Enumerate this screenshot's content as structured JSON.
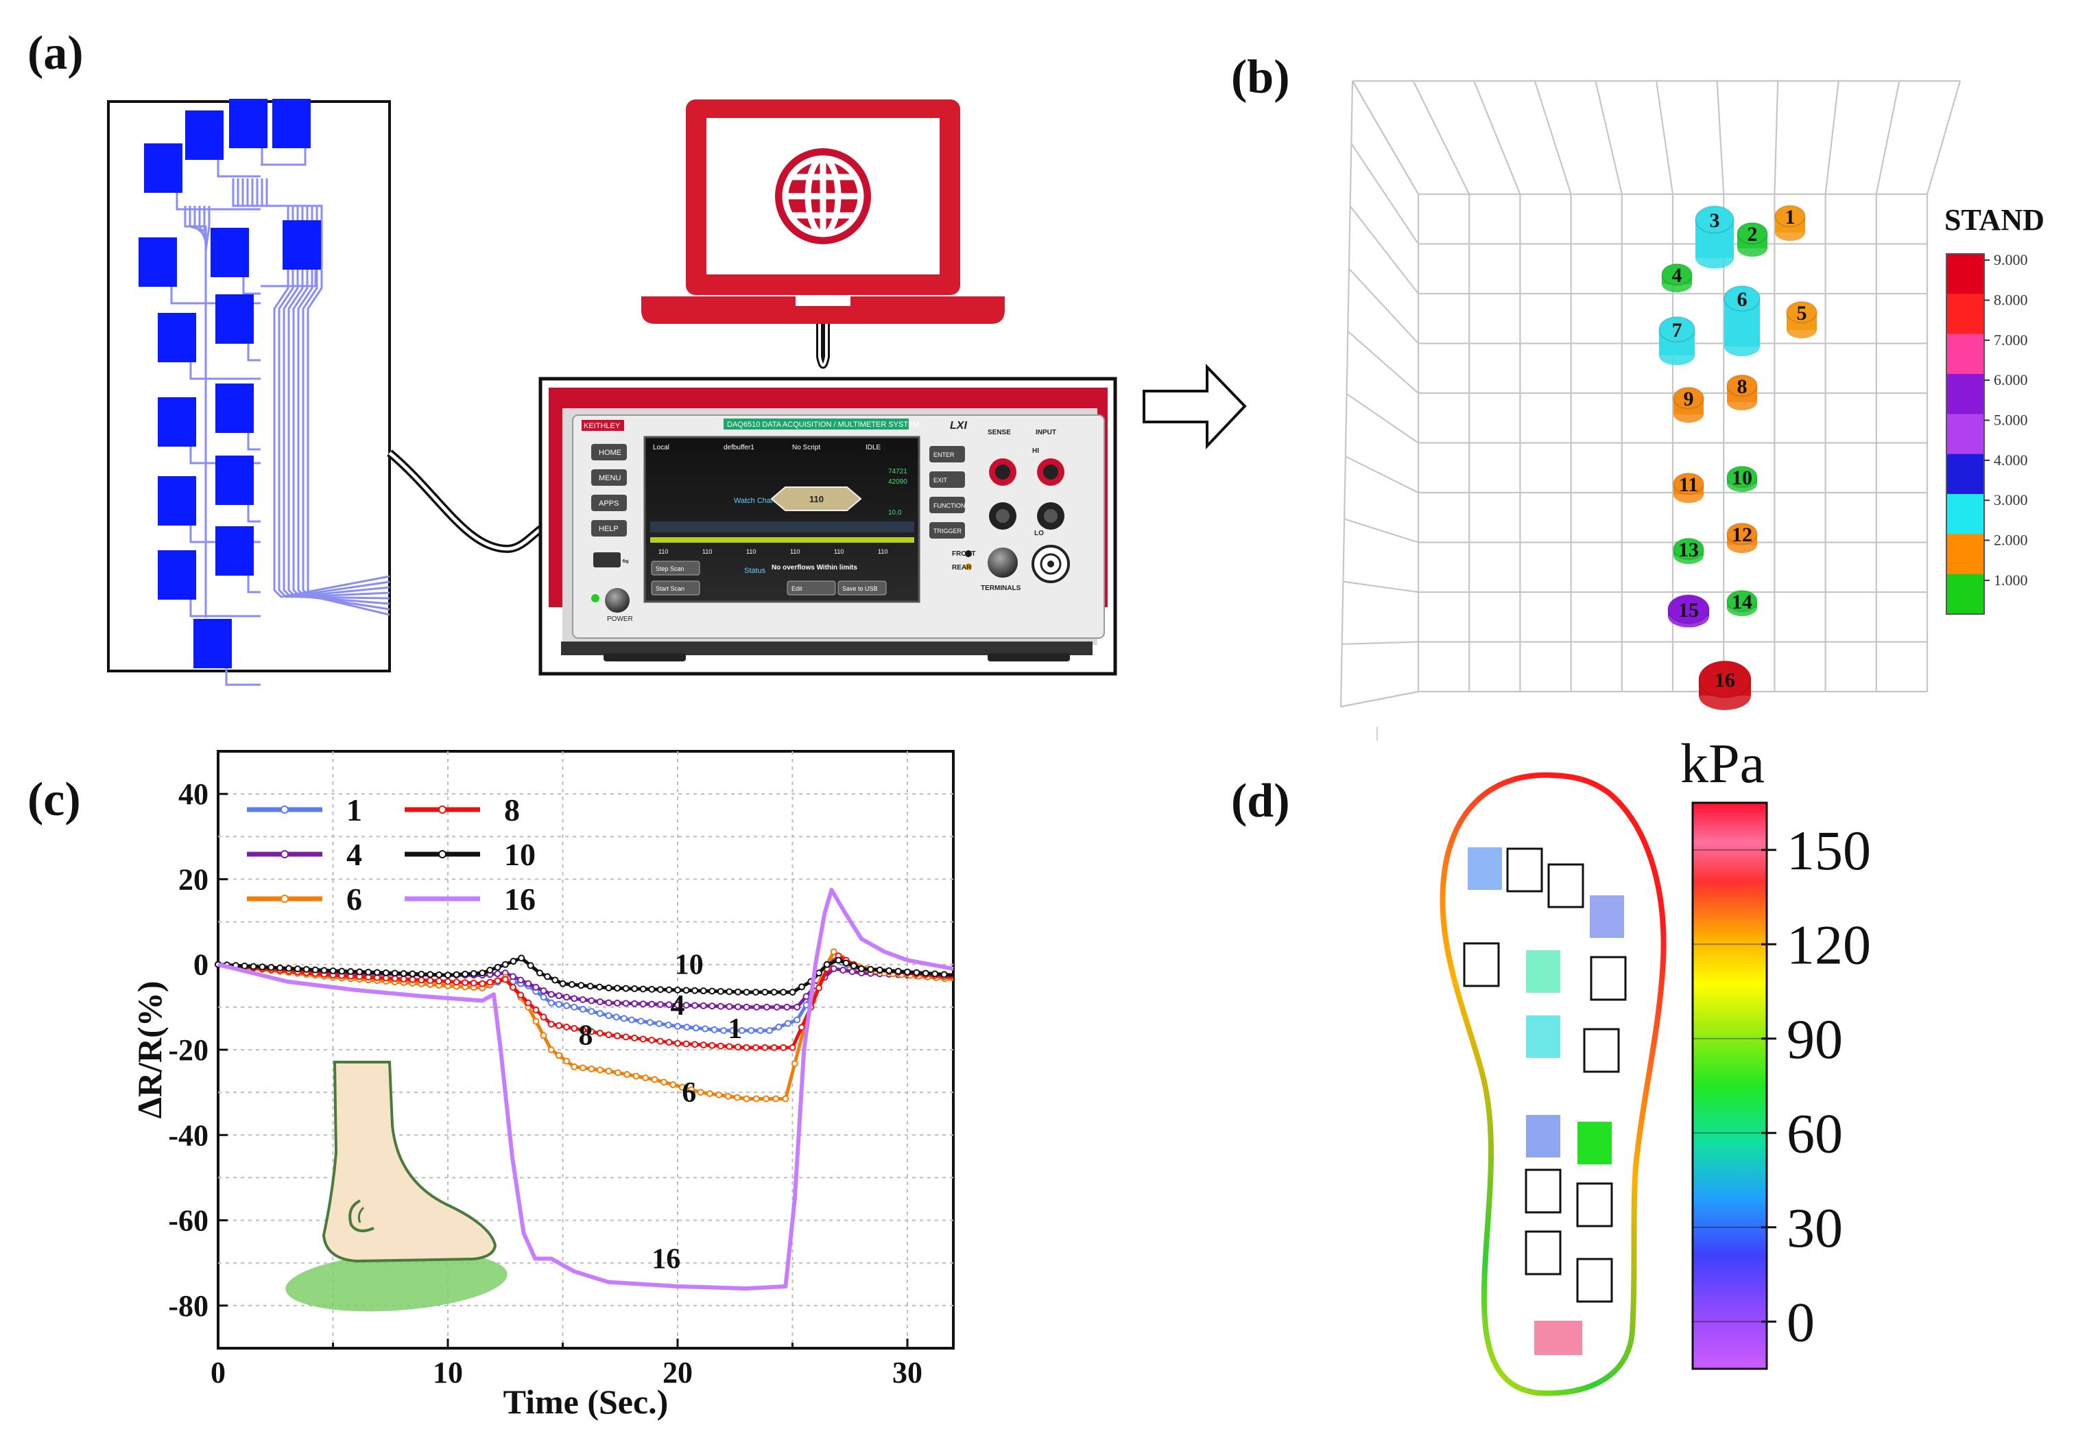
{
  "panel_labels": {
    "a": "(a)",
    "b": "(b)",
    "c": "(c)",
    "d": "(d)"
  },
  "panel_a": {
    "instrument_brand": "KEITHLEY",
    "instrument_header": "DAQ6510 DATA ACQUISITION / MULTIMETER SYSTEM",
    "model": "LXI",
    "screen_top": [
      "Local",
      "defbuffer1",
      "No Script",
      "IDLE"
    ],
    "watch_channel": "Watch Channel",
    "channel_value": "110",
    "scan_cells": [
      "110",
      "110",
      "110",
      "110",
      "110",
      "110"
    ],
    "buttons_left": [
      "HOME",
      "MENU",
      "APPS",
      "HELP"
    ],
    "buttons_right": [
      "ENTER",
      "EXIT",
      "FUNCTION",
      "TRIGGER"
    ],
    "screen_buttons": [
      "Step Scan",
      "Start Scan",
      "Edit",
      "Save to USB"
    ],
    "status_text": "No overflows Within limits",
    "status_label": "Status",
    "terminal_labels": [
      "SENSE",
      "INPUT",
      "HI",
      "LO",
      "FRONT",
      "REAR",
      "TERMINALS"
    ],
    "power_label": "POWER",
    "colors": {
      "instrument_red": "#c8102e",
      "sensor_blue": "#0a1cff",
      "trace_blue": "#8a8ef0"
    }
  },
  "panel_b": {
    "colorbar_title": "STAND",
    "colorbar_ticks": [
      "9.000",
      "8.000",
      "7.000",
      "6.000",
      "5.000",
      "4.000",
      "3.000",
      "2.000",
      "1.000"
    ],
    "colorbar_colors": [
      "#e0001b",
      "#ff2020",
      "#ff3fa0",
      "#8a18d8",
      "#b040f0",
      "#1c1cdc",
      "#20e8f0",
      "#ff8c00",
      "#18d018"
    ],
    "sensors": [
      {
        "id": "1",
        "color": "#f59a17"
      },
      {
        "id": "2",
        "color": "#27c93a"
      },
      {
        "id": "3",
        "color": "#35dde8"
      },
      {
        "id": "4",
        "color": "#27c93a"
      },
      {
        "id": "5",
        "color": "#f59a17"
      },
      {
        "id": "6",
        "color": "#35dde8"
      },
      {
        "id": "7",
        "color": "#35dde8"
      },
      {
        "id": "8",
        "color": "#f58b17"
      },
      {
        "id": "9",
        "color": "#f58b17"
      },
      {
        "id": "10",
        "color": "#27c93a"
      },
      {
        "id": "11",
        "color": "#f58b17"
      },
      {
        "id": "12",
        "color": "#f58b17"
      },
      {
        "id": "13",
        "color": "#27c93a"
      },
      {
        "id": "14",
        "color": "#27c93a"
      },
      {
        "id": "15",
        "color": "#8a18d8"
      },
      {
        "id": "16",
        "color": "#d0101a"
      }
    ]
  },
  "chart_data": {
    "type": "line",
    "title": "",
    "xlabel": "Time (Sec.)",
    "ylabel": "ΔR/R(%)",
    "xlim": [
      0,
      32
    ],
    "ylim": [
      -90,
      50
    ],
    "xticks": [
      0,
      10,
      20,
      30
    ],
    "yticks": [
      40,
      20,
      0,
      -20,
      -40,
      -60,
      -80
    ],
    "grid": true,
    "legend_position": "top-left",
    "series": [
      {
        "name": "1",
        "color": "#5b7cf0",
        "label_at": [
          22.5,
          -15
        ],
        "points": [
          [
            0,
            0
          ],
          [
            5,
            -3
          ],
          [
            10,
            -5
          ],
          [
            11.5,
            -5.5
          ],
          [
            12.5,
            -3.5
          ],
          [
            13.5,
            -5
          ],
          [
            14.5,
            -9
          ],
          [
            15.5,
            -10
          ],
          [
            17,
            -12
          ],
          [
            18,
            -13
          ],
          [
            20,
            -14.5
          ],
          [
            22,
            -15.5
          ],
          [
            24,
            -15.5
          ],
          [
            25.2,
            -13
          ],
          [
            26,
            -6
          ],
          [
            26.8,
            2
          ],
          [
            27.5,
            -1
          ],
          [
            29,
            -2
          ],
          [
            32,
            -3
          ]
        ]
      },
      {
        "name": "4",
        "color": "#7b1fa2",
        "label_at": [
          20,
          -9.5
        ],
        "points": [
          [
            0,
            0
          ],
          [
            5,
            -2
          ],
          [
            10,
            -2.5
          ],
          [
            11.5,
            -2.5
          ],
          [
            12.5,
            -2
          ],
          [
            13.5,
            -4.5
          ],
          [
            14.5,
            -7
          ],
          [
            15.5,
            -8
          ],
          [
            17,
            -9
          ],
          [
            20,
            -9.5
          ],
          [
            23,
            -10
          ],
          [
            25.2,
            -10
          ],
          [
            26,
            -5
          ],
          [
            26.8,
            -1
          ],
          [
            28,
            -2
          ],
          [
            32,
            -3
          ]
        ]
      },
      {
        "name": "6",
        "color": "#f07f0a",
        "label_at": [
          20.5,
          -30
        ],
        "points": [
          [
            0,
            0
          ],
          [
            5,
            -3
          ],
          [
            10,
            -5
          ],
          [
            11.5,
            -5.5
          ],
          [
            12.5,
            -3
          ],
          [
            13.5,
            -10
          ],
          [
            14.5,
            -20
          ],
          [
            15.5,
            -24
          ],
          [
            17,
            -25
          ],
          [
            19,
            -27
          ],
          [
            21,
            -30
          ],
          [
            23,
            -31.5
          ],
          [
            24.7,
            -31.5
          ],
          [
            25.5,
            -15
          ],
          [
            26.3,
            -2
          ],
          [
            26.8,
            3
          ],
          [
            27.5,
            0
          ],
          [
            29,
            -2
          ],
          [
            32,
            -3.5
          ]
        ]
      },
      {
        "name": "8",
        "color": "#e81414",
        "label_at": [
          16,
          -16.5
        ],
        "points": [
          [
            0,
            0
          ],
          [
            5,
            -2.5
          ],
          [
            10,
            -4
          ],
          [
            11.5,
            -4.5
          ],
          [
            12.5,
            -3.5
          ],
          [
            13.5,
            -9
          ],
          [
            14.5,
            -14
          ],
          [
            15.5,
            -15
          ],
          [
            17,
            -16.5
          ],
          [
            20,
            -18.5
          ],
          [
            23,
            -19.5
          ],
          [
            25,
            -19.5
          ],
          [
            25.8,
            -10
          ],
          [
            26.5,
            -1
          ],
          [
            27,
            2
          ],
          [
            28,
            -1
          ],
          [
            32,
            -3
          ]
        ]
      },
      {
        "name": "10",
        "color": "#111111",
        "label_at": [
          20.5,
          0
        ],
        "points": [
          [
            0,
            0
          ],
          [
            5,
            -1.5
          ],
          [
            10,
            -2.5
          ],
          [
            11.5,
            -2
          ],
          [
            12.5,
            0
          ],
          [
            13.2,
            1.5
          ],
          [
            14,
            -2
          ],
          [
            15,
            -4.5
          ],
          [
            17,
            -5.5
          ],
          [
            20,
            -6
          ],
          [
            23,
            -6.5
          ],
          [
            25,
            -6.5
          ],
          [
            25.8,
            -4
          ],
          [
            26.5,
            0
          ],
          [
            27,
            1
          ],
          [
            28,
            -1
          ],
          [
            32,
            -2.5
          ]
        ]
      },
      {
        "name": "16",
        "color": "#c77dff",
        "label_at": [
          19.5,
          -69
        ],
        "points": [
          [
            0,
            0
          ],
          [
            3,
            -4
          ],
          [
            6,
            -6
          ],
          [
            9,
            -7.5
          ],
          [
            11.5,
            -8.5
          ],
          [
            12,
            -7
          ],
          [
            12.3,
            -20
          ],
          [
            12.8,
            -45
          ],
          [
            13.3,
            -63
          ],
          [
            13.8,
            -69
          ],
          [
            14.5,
            -69
          ],
          [
            15.5,
            -72
          ],
          [
            17,
            -74.5
          ],
          [
            20,
            -75.5
          ],
          [
            23,
            -76
          ],
          [
            24.7,
            -75.5
          ],
          [
            25.1,
            -55
          ],
          [
            25.5,
            -20
          ],
          [
            26,
            0
          ],
          [
            26.4,
            12
          ],
          [
            26.7,
            17.5
          ],
          [
            27.3,
            12
          ],
          [
            28,
            6
          ],
          [
            29,
            3
          ],
          [
            30,
            1
          ],
          [
            32,
            -1
          ]
        ]
      }
    ]
  },
  "panel_d": {
    "unit": "kPa",
    "colorbar_ticks": [
      "150",
      "120",
      "90",
      "60",
      "30",
      "0"
    ],
    "colorbar_min": -15,
    "colorbar_max": 165
  }
}
